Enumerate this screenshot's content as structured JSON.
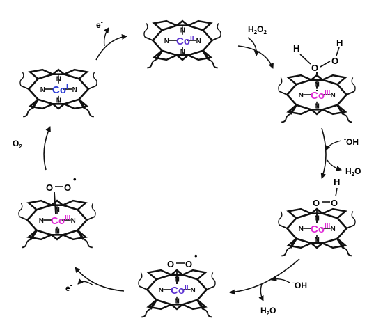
{
  "colors": {
    "ink": "#111111",
    "co3": "#e02ad6",
    "co2": "#5a2fd1",
    "co1": "#2a3bd6"
  },
  "species": {
    "top": {
      "metal": "Co",
      "ox": "II"
    },
    "upper_right": {
      "metal": "Co",
      "ox": "III",
      "ligand": {
        "h1": "H",
        "o1": "O",
        "o2": "O",
        "h2": "H"
      }
    },
    "lower_right": {
      "metal": "Co",
      "ox": "III",
      "ligand": {
        "o1": "O",
        "o2": "O",
        "h": "H"
      }
    },
    "bottom": {
      "metal": "Co",
      "ox": "II",
      "ligand": {
        "o1": "O",
        "o2": "O",
        "rad": "•"
      }
    },
    "lower_left": {
      "metal": "Co",
      "ox": "III",
      "ligand": {
        "o1": "O",
        "o2": "O",
        "rad": "•"
      }
    },
    "upper_left": {
      "metal": "Co",
      "ox": "I"
    }
  },
  "steps": {
    "e_out_top": {
      "sym": "e",
      "sup": "-"
    },
    "h2o2": {
      "a": "H",
      "sub": "2",
      "b": "O",
      "sub2": "2"
    },
    "oh_in_right": {
      "sup": "-",
      "text": "OH"
    },
    "h2o_out_right": {
      "a": "H",
      "sub": "2",
      "b": "O"
    },
    "oh_in_bottom": {
      "sup": "-",
      "text": "OH"
    },
    "h2o_out_bottom": {
      "a": "H",
      "sub": "2",
      "b": "O"
    },
    "e_out_left": {
      "sym": "e",
      "sup": "-"
    },
    "o2_out": {
      "a": "O",
      "sub": "2"
    }
  }
}
